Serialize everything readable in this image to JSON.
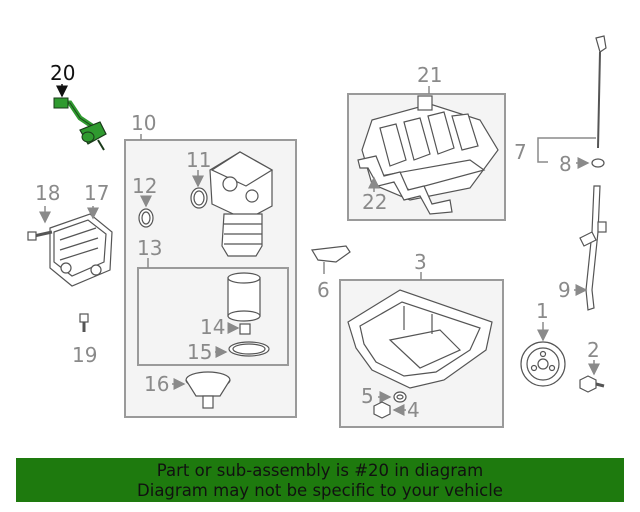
{
  "callouts": {
    "c1": "1",
    "c2": "2",
    "c3": "3",
    "c4": "4",
    "c5": "5",
    "c6": "6",
    "c7": "7",
    "c8": "8",
    "c9": "9",
    "c10": "10",
    "c11": "11",
    "c12": "12",
    "c13": "13",
    "c14": "14",
    "c15": "15",
    "c16": "16",
    "c17": "17",
    "c18": "18",
    "c19": "19",
    "c20": "20",
    "c21": "21",
    "c22": "22"
  },
  "highlight_part": "20",
  "colors": {
    "highlight_green": "#1e7a0e",
    "part_highlight": "#2f9a2f",
    "callout_gray": "#8a8a8a"
  },
  "banner": {
    "line1": "Part or sub-assembly is #20 in diagram",
    "line2": "Diagram may not be specific to your vehicle"
  }
}
